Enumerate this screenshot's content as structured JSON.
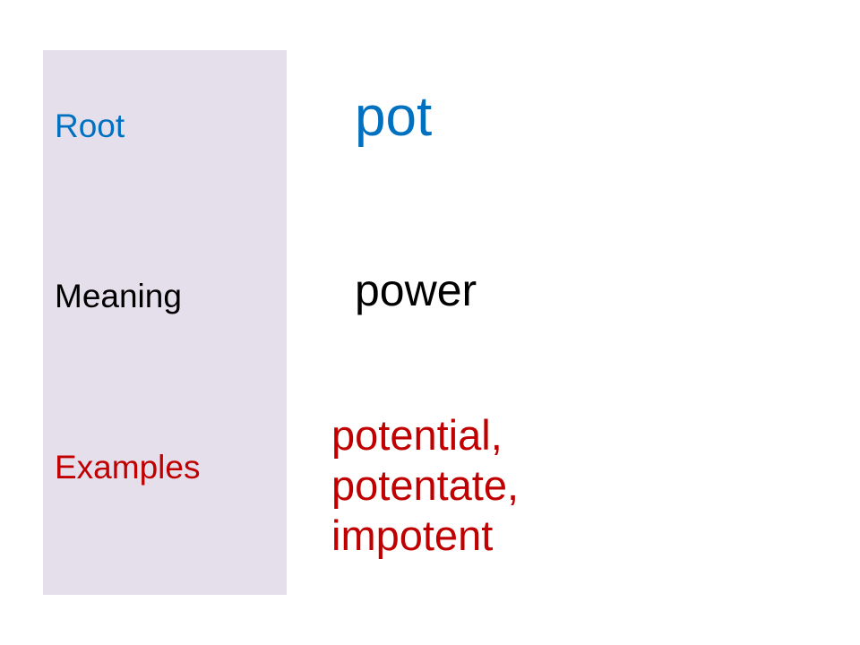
{
  "labels": {
    "root": "Root",
    "meaning": "Meaning",
    "examples": "Examples"
  },
  "values": {
    "root": "pot",
    "meaning": "power",
    "examples": [
      "potential,",
      "potentate,",
      "impotent"
    ]
  },
  "colors": {
    "root": "#0070c0",
    "meaning": "#000000",
    "examples": "#c00000",
    "label_panel": "#e5dfec"
  }
}
